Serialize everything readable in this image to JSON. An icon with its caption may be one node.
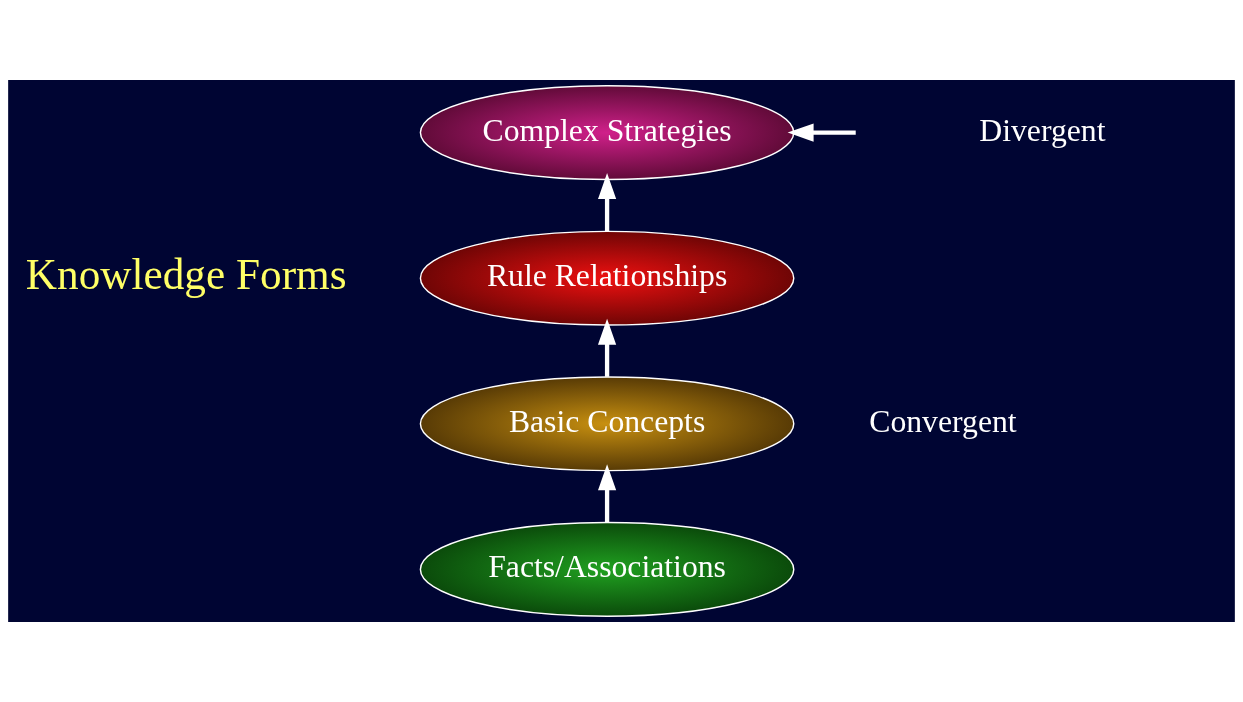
{
  "diagram": {
    "nodes": [
      {
        "text": [
          "Complex Strategies"
        ]
      },
      {
        "text": [
          "Rule Relationships"
        ]
      },
      {
        "text": [
          "Basic Concepts"
        ]
      },
      {
        "text": [
          "Facts/Associations"
        ]
      },
      {
        "text": [
          "Divergent"
        ]
      }
    ],
    "edges": [
      {
        "from": 3,
        "to": 2,
        "arrow": "to"
      },
      {
        "from": 2,
        "to": 1,
        "arrow": "to"
      },
      {
        "from": 1,
        "to": 0,
        "arrow": "to"
      },
      {
        "from": 4,
        "to": 0,
        "arrow": "to"
      }
    ],
    "labels": [
      "Knowledge Forms",
      "Convergent"
    ]
  }
}
